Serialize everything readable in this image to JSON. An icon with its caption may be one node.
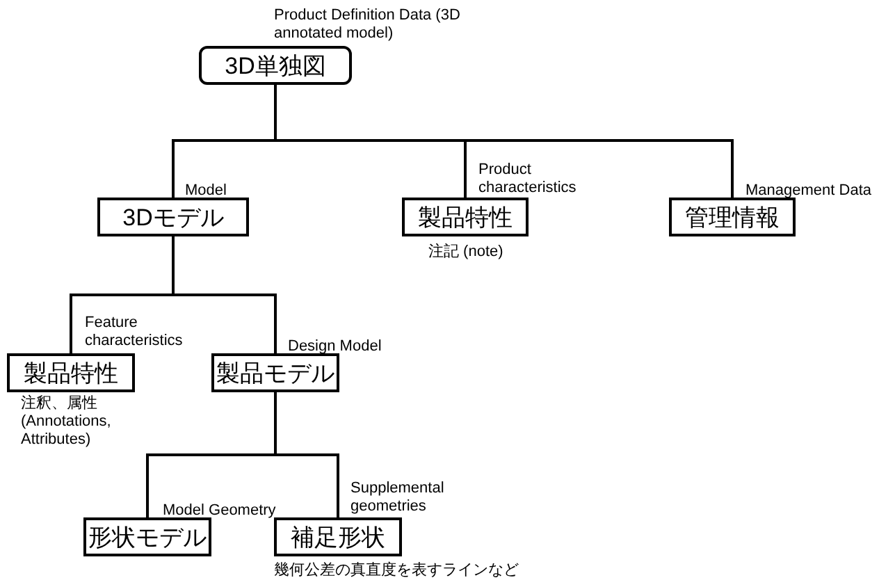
{
  "diagram": {
    "nodes": [
      {
        "text": [
          "3D単独図"
        ],
        "beside": [
          "Product Definition Data (3D annotated model)"
        ]
      },
      {
        "text": [
          "3Dモデル"
        ],
        "beside": [
          "Model"
        ]
      },
      {
        "text": [
          "製品特性"
        ],
        "beside": [
          "Product characteristics",
          "注記 (note)"
        ]
      },
      {
        "text": [
          "管理情報"
        ],
        "beside": [
          "Management Data"
        ]
      },
      {
        "text": [
          "製品特性"
        ],
        "beside": [
          "Feature characteristics",
          "注釈、属性 (Annotations, Attributes)"
        ]
      },
      {
        "text": [
          "製品モデル"
        ],
        "beside": [
          "Design Model"
        ]
      },
      {
        "text": [
          "形状モデル"
        ],
        "beside": [
          "Model Geometry"
        ]
      },
      {
        "text": [
          "補足形状"
        ],
        "beside": [
          "Supplemental geometries",
          "幾何公差の真直度を表すラインなど"
        ]
      }
    ],
    "edges": [
      {
        "from": 0,
        "to": 1,
        "arrow": "none"
      },
      {
        "from": 0,
        "to": 2,
        "arrow": "none"
      },
      {
        "from": 0,
        "to": 3,
        "arrow": "none"
      },
      {
        "from": 1,
        "to": 4,
        "arrow": "none"
      },
      {
        "from": 1,
        "to": 5,
        "arrow": "none"
      },
      {
        "from": 5,
        "to": 6,
        "arrow": "none"
      },
      {
        "from": 5,
        "to": 7,
        "arrow": "none"
      }
    ]
  }
}
